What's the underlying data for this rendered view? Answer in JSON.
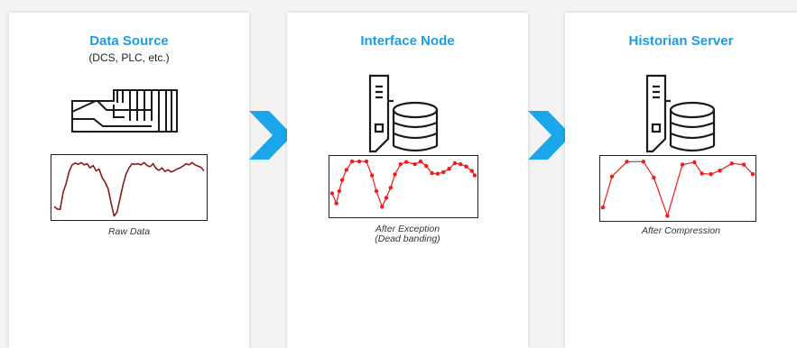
{
  "colors": {
    "title": "#1a9ee3",
    "arrow": "#1aa6e8",
    "raw_line": "#8b1a1a",
    "processed_line": "#ee1c1c"
  },
  "panels": [
    {
      "title": "Data Source",
      "subtitle": "(DCS, PLC, etc.)",
      "icon": "rack-device-icon",
      "caption": [
        "Raw Data"
      ]
    },
    {
      "title": "Interface Node",
      "subtitle": "",
      "icon": "server-database-icon",
      "caption": [
        "After Exception",
        "(Dead banding)"
      ]
    },
    {
      "title": "Historian Server",
      "subtitle": "",
      "icon": "server-database-icon",
      "caption": [
        "After Compression"
      ]
    }
  ],
  "arrows": [
    "chevron-right-icon",
    "chevron-right-icon"
  ],
  "chart_data": [
    {
      "type": "line",
      "caption": "Raw Data",
      "style": "raw",
      "y": [
        0.82,
        0.86,
        0.87,
        0.58,
        0.43,
        0.23,
        0.12,
        0.09,
        0.11,
        0.08,
        0.12,
        0.1,
        0.17,
        0.13,
        0.22,
        0.19,
        0.33,
        0.41,
        0.52,
        0.76,
        0.98,
        0.91,
        0.68,
        0.45,
        0.27,
        0.17,
        0.1,
        0.11,
        0.1,
        0.12,
        0.08,
        0.13,
        0.15,
        0.1,
        0.18,
        0.21,
        0.17,
        0.23,
        0.2,
        0.24,
        0.22,
        0.19,
        0.17,
        0.14,
        0.1,
        0.12,
        0.08,
        0.12,
        0.14,
        0.16,
        0.22
      ]
    },
    {
      "type": "line",
      "caption": "After Exception (Dead banding)",
      "style": "markers",
      "x": [
        0,
        0.03,
        0.05,
        0.07,
        0.1,
        0.14,
        0.19,
        0.24,
        0.28,
        0.31,
        0.35,
        0.38,
        0.41,
        0.44,
        0.48,
        0.52,
        0.58,
        0.62,
        0.66,
        0.7,
        0.74,
        0.78,
        0.82,
        0.86,
        0.9,
        0.94,
        0.98,
        1.0
      ],
      "y": [
        0.62,
        0.8,
        0.58,
        0.38,
        0.2,
        0.05,
        0.05,
        0.05,
        0.3,
        0.58,
        0.86,
        0.7,
        0.52,
        0.28,
        0.1,
        0.06,
        0.1,
        0.05,
        0.13,
        0.26,
        0.27,
        0.24,
        0.18,
        0.08,
        0.1,
        0.14,
        0.22,
        0.3
      ]
    },
    {
      "type": "line",
      "caption": "After Compression",
      "style": "markers",
      "x": [
        0,
        0.06,
        0.16,
        0.27,
        0.34,
        0.43,
        0.53,
        0.61,
        0.66,
        0.72,
        0.78,
        0.86,
        0.94,
        1.0
      ],
      "y": [
        0.82,
        0.3,
        0.05,
        0.05,
        0.32,
        0.96,
        0.1,
        0.06,
        0.25,
        0.26,
        0.2,
        0.08,
        0.1,
        0.26
      ]
    }
  ]
}
